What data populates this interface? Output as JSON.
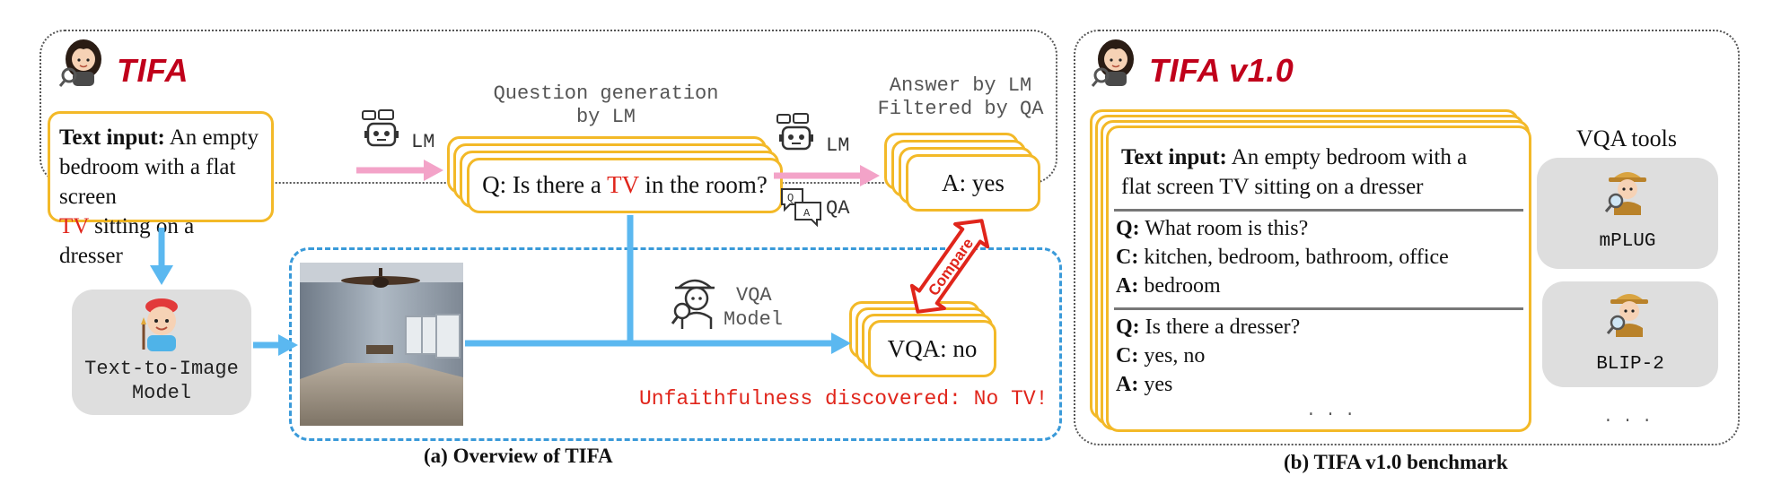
{
  "overview": {
    "logo_text": "TIFA",
    "text_input": {
      "label": "Text input:",
      "line1": "An empty",
      "line2": "bedroom with a flat screen",
      "tv": "TV",
      "line3_rest": " sitting on a dresser"
    },
    "lm_label_1": "LM",
    "lm_label_2": "LM",
    "qa_label": "QA",
    "question_gen": {
      "line1": "Question generation",
      "line2": "by LM"
    },
    "answer_header": {
      "line1": "Answer by LM",
      "line2": "Filtered by QA"
    },
    "question": {
      "prefix": "Q: Is there a ",
      "tv": "TV",
      "suffix": " in the room?"
    },
    "answer": "A: yes",
    "compare_label": "Compare",
    "vqa_model": {
      "line1": "VQA",
      "line2": "Model"
    },
    "vqa_answer": "VQA: no",
    "t2i_model": {
      "line1": "Text-to-Image",
      "line2": "Model"
    },
    "unfaithfulness": "Unfaithfulness discovered: No TV!",
    "caption": "(a) Overview of TIFA"
  },
  "benchmark": {
    "logo_text": "TIFA v1.0",
    "text_input": {
      "label": "Text input:",
      "line1": "An empty bedroom with a",
      "line2": "flat screen TV sitting on a dresser"
    },
    "q1": {
      "q_label": "Q:",
      "q": "What room is this?",
      "c_label": "C:",
      "c": "kitchen, bedroom, bathroom, office",
      "a_label": "A:",
      "a": "bedroom"
    },
    "q2": {
      "q_label": "Q:",
      "q": "Is there a dresser?",
      "c_label": "C:",
      "c": "yes, no",
      "a_label": "A:",
      "a": "yes"
    },
    "ellipsis_card": ". . .",
    "vqa_tools_title": "VQA tools",
    "tools": [
      "mPLUG",
      "BLIP-2"
    ],
    "ellipsis_tools": ". . .",
    "caption": "(b) TIFA v1.0 benchmark"
  },
  "colors": {
    "accent_red": "#c0001b",
    "tv_red": "#e0251b",
    "card_border": "#f3b928",
    "pink_arrow": "#f3a3c8",
    "blue_arrow": "#5bb8f0",
    "compare_red": "#e0251b"
  }
}
